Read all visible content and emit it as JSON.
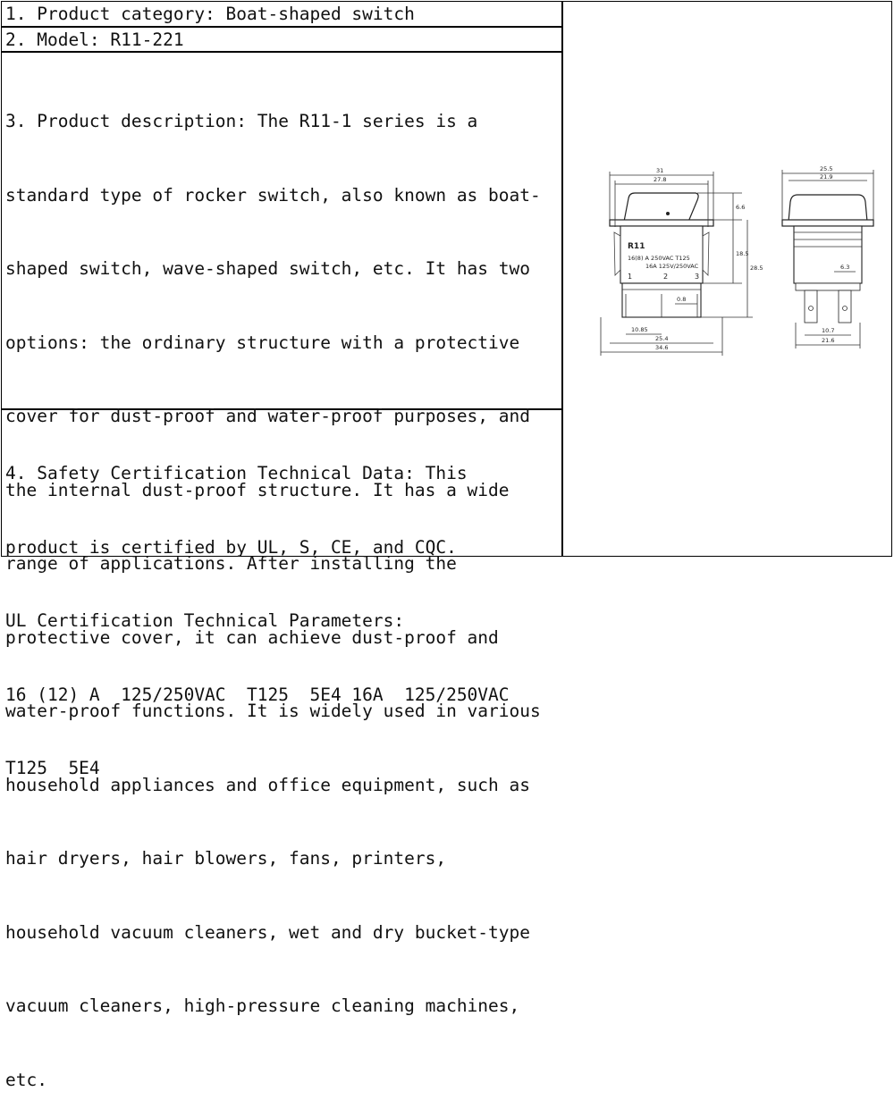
{
  "spec": {
    "category": "1. Product category: Boat-shaped switch",
    "model": "2. Model: R11-221",
    "description_lines": [
      "3. Product description: The R11-1 series is a",
      "standard type of rocker switch, also known as boat-",
      "shaped switch, wave-shaped switch, etc. It has two",
      "options: the ordinary structure with a protective",
      "cover for dust-proof and water-proof purposes, and",
      "the internal dust-proof structure. It has a wide",
      "range of applications. After installing the",
      "protective cover, it can achieve dust-proof and",
      "water-proof functions. It is widely used in various",
      "household appliances and office equipment, such as",
      "hair dryers, hair blowers, fans, printers,",
      "household vacuum cleaners, wet and dry bucket-type",
      "vacuum cleaners, high-pressure cleaning machines,",
      "etc."
    ],
    "safety_lines": [
      "4. Safety Certification Technical Data: This",
      "product is certified by UL, S, CE, and CQC.",
      "UL Certification Technical Parameters:",
      "16 (12) A  125/250VAC  T125  5E4 16A  125/250VAC",
      "T125  5E4"
    ]
  },
  "drawing": {
    "front": {
      "label_model": "R11",
      "label_rating1": "16(8) A 250VAC T125",
      "label_rating2": "16A 125V/250VAC",
      "pin_1": "1",
      "pin_2": "2",
      "pin_3": "3",
      "dim_31": "31",
      "dim_278": "27.8",
      "dim_66": "6.6",
      "dim_185": "18.5",
      "dim_285": "28.5",
      "dim_08": "0.8",
      "dim_1085": "10.85",
      "dim_254": "25.4",
      "dim_346": "34.6"
    },
    "side": {
      "dim_255": "25.5",
      "dim_219": "21.9",
      "dim_63": "6.3",
      "dim_107": "10.7",
      "dim_216": "21.6"
    }
  }
}
